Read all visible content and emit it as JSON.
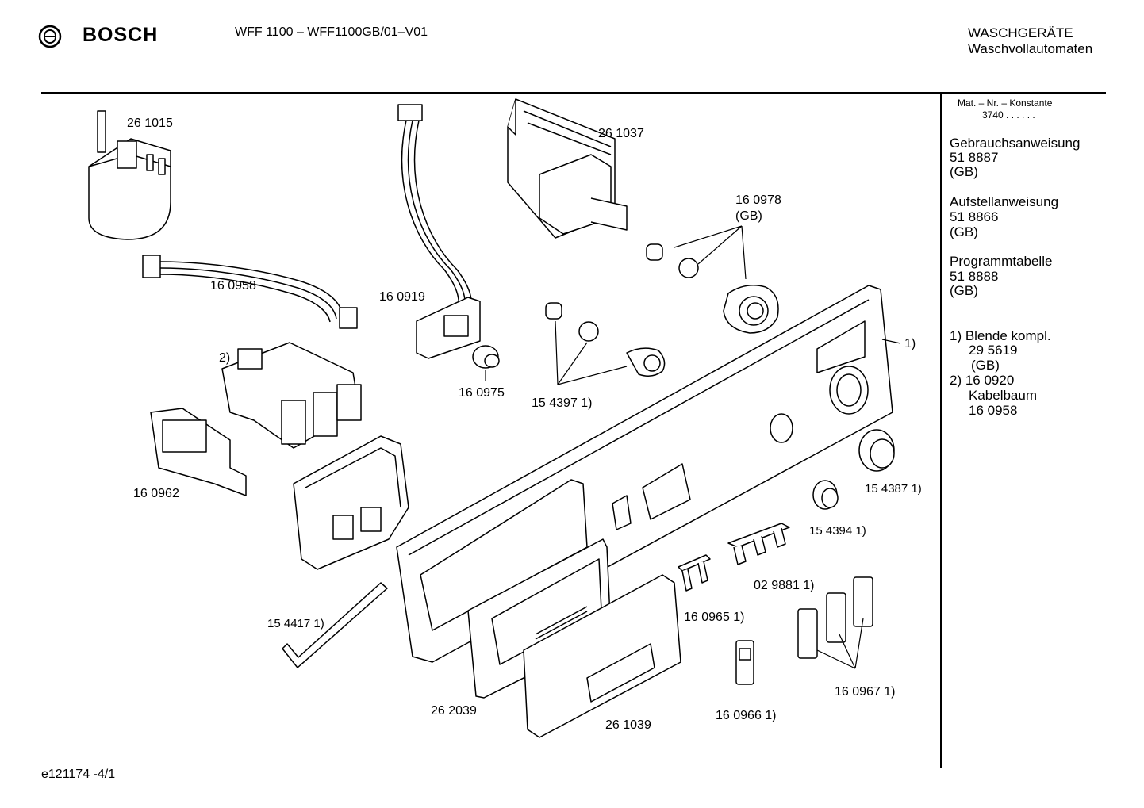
{
  "header": {
    "brand": "BOSCH",
    "model": "WFF 1100 – WFF1100GB/01–V01",
    "category_line1": "WASCHGERÄTE",
    "category_line2": "Waschvollautomaten"
  },
  "sidebar": {
    "mat_line1": "Mat. – Nr. – Konstante",
    "mat_line2": "3740  .  .  .  .  .  .",
    "docs": [
      {
        "title": "Gebrauchsanweisung",
        "number": "51 8887",
        "region": "(GB)"
      },
      {
        "title": "Aufstellanweisung",
        "number": "51 8866",
        "region": "(GB)"
      },
      {
        "title": "Programmtabelle",
        "number": "51 8888",
        "region": "(GB)"
      }
    ],
    "notes": [
      "1) Blende kompl.",
      "29 5619",
      "(GB)",
      "2) 16 0920",
      "Kabelbaum",
      "16 0958"
    ]
  },
  "parts": {
    "p261015": "26 1015",
    "p160958": "16 0958",
    "p160919": "16 0919",
    "p261037": "26 1037",
    "p160978a": "16 0978",
    "p160978b": "(GB)",
    "p160975": "16 0975",
    "p154397": "15 4397 1)",
    "p2": "2)",
    "p1": "1)",
    "p160962": "16 0962",
    "p154387": "15 4387 1)",
    "p154394": "15 4394 1)",
    "p029881": "02 9881 1)",
    "p154417": "15 4417 1)",
    "p160965": "16 0965 1)",
    "p262039": "26 2039",
    "p261039": "26 1039",
    "p160966": "16 0966 1)",
    "p160967": "16 0967 1)"
  },
  "footer": {
    "code": "e121174 -4/1"
  }
}
